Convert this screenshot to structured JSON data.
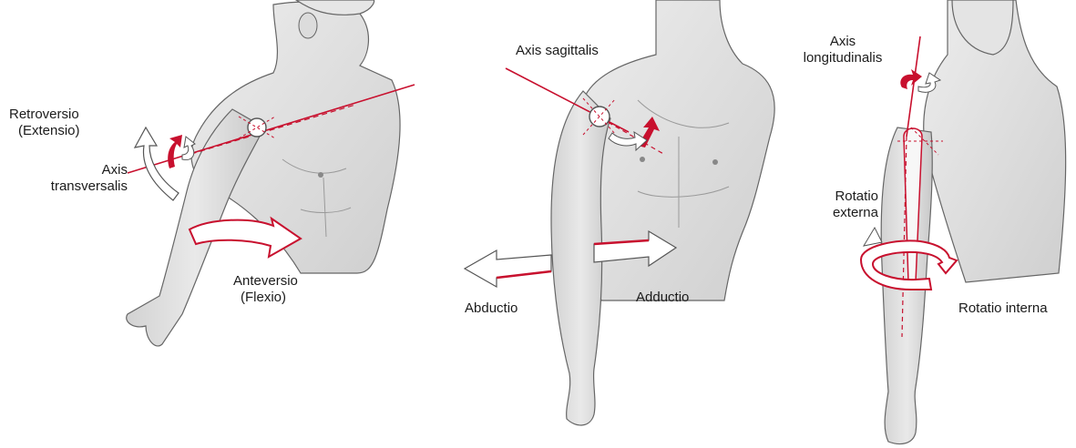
{
  "panels": {
    "flexion_extension": {
      "retroversio": [
        "Retroversio",
        "(Extensio)"
      ],
      "axis": [
        "Axis",
        "transversalis"
      ],
      "anteversio": [
        "Anteversio",
        "(Flexio)"
      ]
    },
    "abduction_adduction": {
      "axis": "Axis sagittalis",
      "abductio": "Abductio",
      "adductio": "Adductio"
    },
    "rotation": {
      "axis": [
        "Axis",
        "longitudinalis"
      ],
      "rotatio_externa": [
        "Rotatio",
        "externa"
      ],
      "rotatio_interna": "Rotatio interna"
    }
  },
  "colors": {
    "accent_red": "#c8102e",
    "skin": "#e3e3e3",
    "skin_shadow": "#c9c9c9",
    "outline": "#555555"
  }
}
